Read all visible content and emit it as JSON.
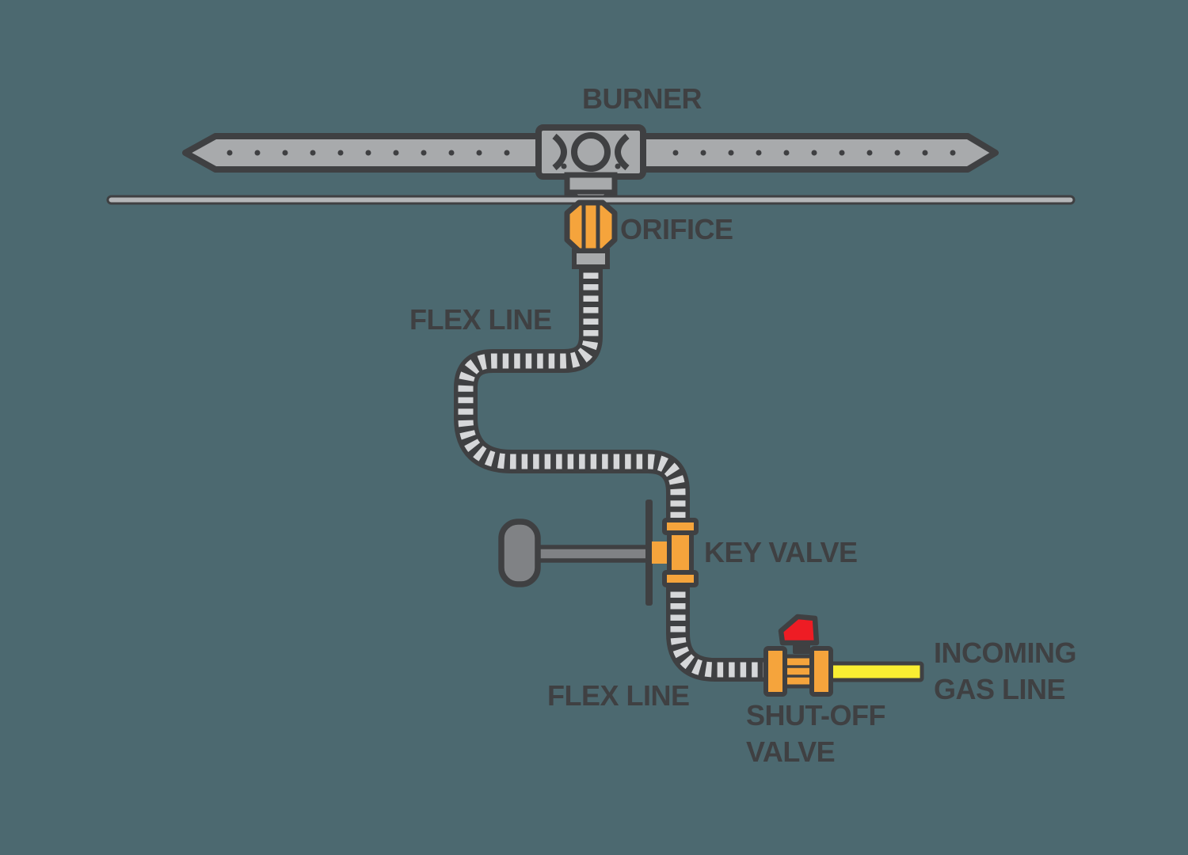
{
  "diagram": {
    "labels": {
      "burner": "BURNER",
      "orifice": "ORIFICE",
      "flex_line_upper": "FLEX LINE",
      "key_valve": "KEY VALVE",
      "flex_line_lower": "FLEX LINE",
      "shut_off_valve": {
        "line1": "SHUT-OFF",
        "line2": "VALVE"
      },
      "incoming_gas_line": {
        "line1": "INCOMING",
        "line2": "GAS LINE"
      }
    },
    "colors": {
      "background": "#4C6970",
      "outline_dark": "#3F4042",
      "metal_gray": "#A8AAAC",
      "handle_gray": "#808285",
      "hose_stripe_light": "#D6D7D9",
      "fitting_orange": "#F5A43C",
      "handle_red": "#EE1C24",
      "gas_line_yellow": "#F9EE32"
    }
  }
}
